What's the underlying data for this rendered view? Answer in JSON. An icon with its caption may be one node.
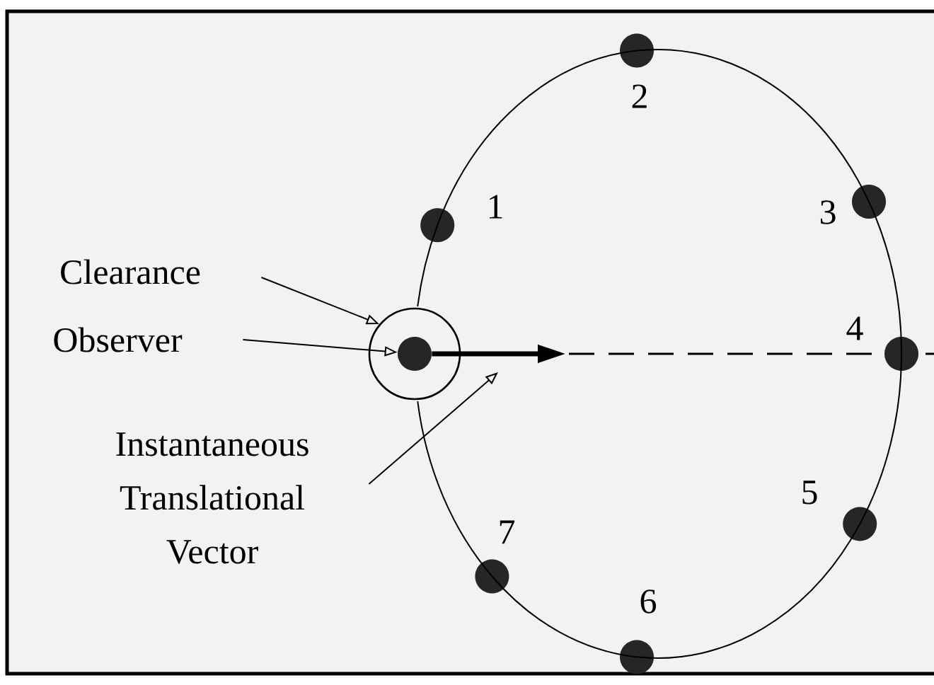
{
  "diagram": {
    "nodes": [
      {
        "text": [
          "Clearance"
        ]
      },
      {
        "text": [
          "Observer"
        ]
      },
      {
        "text": [
          "Instantaneous Translational Vector"
        ]
      },
      {
        "text": [],
        "shape": "circle"
      },
      {
        "text": [],
        "shape": "circle",
        "in": 3
      },
      {
        "text": [],
        "shape": "circle",
        "beside": [
          "1"
        ]
      },
      {
        "text": [],
        "shape": "circle",
        "beside": [
          "2"
        ]
      },
      {
        "text": [],
        "shape": "circle",
        "beside": [
          "3"
        ]
      },
      {
        "text": [],
        "shape": "circle",
        "beside": [
          "4"
        ]
      },
      {
        "text": [],
        "shape": "circle",
        "beside": [
          "5"
        ]
      },
      {
        "text": [],
        "shape": "circle",
        "beside": [
          "6"
        ]
      },
      {
        "text": [],
        "shape": "circle",
        "beside": [
          "7"
        ]
      }
    ],
    "edges": [
      {
        "from": 0,
        "to": 3,
        "arrow": "to"
      },
      {
        "from": 1,
        "to": 4,
        "arrow": "to"
      },
      {
        "from": 2,
        "to": null,
        "arrow": "to"
      },
      {
        "from": 4,
        "to": null,
        "arrow": "to",
        "style": "thick"
      },
      {
        "from": 5,
        "to": 6,
        "arrow": "none"
      },
      {
        "from": 6,
        "to": 7,
        "arrow": "none"
      },
      {
        "from": 7,
        "to": 8,
        "arrow": "none"
      },
      {
        "from": 8,
        "to": 9,
        "arrow": "none"
      },
      {
        "from": 9,
        "to": 10,
        "arrow": "none"
      },
      {
        "from": 10,
        "to": 11,
        "arrow": "none"
      },
      {
        "from": 11,
        "to": 3,
        "arrow": "none"
      },
      {
        "from": 3,
        "to": 5,
        "arrow": "none"
      }
    ]
  }
}
